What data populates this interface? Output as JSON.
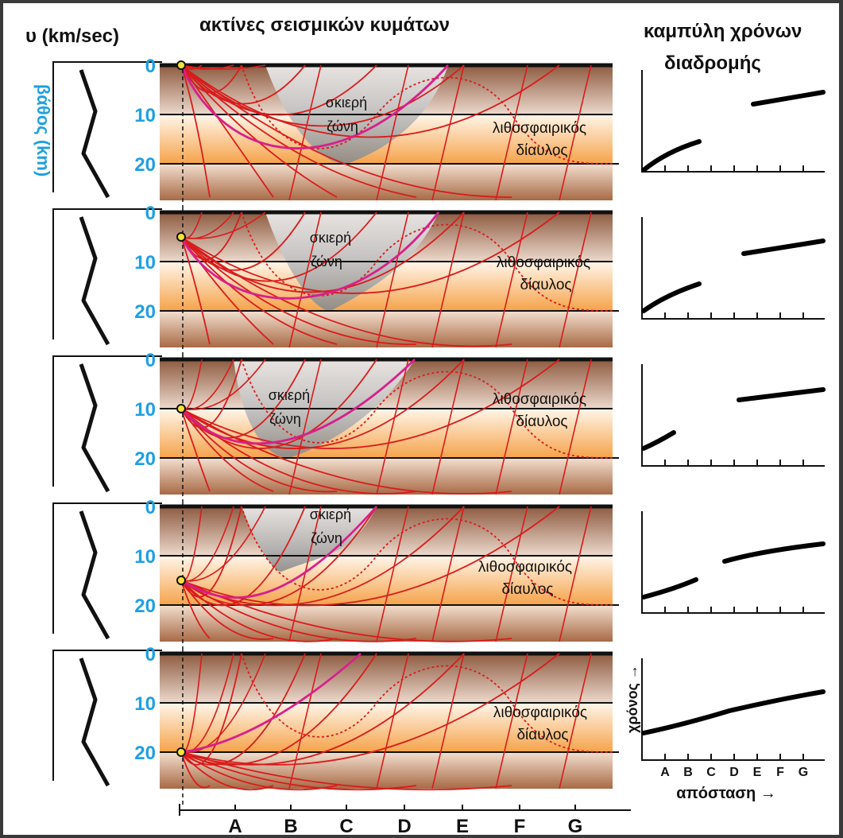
{
  "titles": {
    "velocity": "υ (km/sec)",
    "rays": "ακτίνες σεισμικών κυμάτων",
    "travel_time_line1": "καμπύλη χρόνων",
    "travel_time_line2": "διαδρομής"
  },
  "axes": {
    "depth_label": "βάθος (km)",
    "depth_ticks": [
      "0",
      "10",
      "20"
    ],
    "distance_label": "απόσταση →",
    "time_label": "χρόνος →",
    "distance_ticks": [
      "A",
      "B",
      "C",
      "D",
      "E",
      "F",
      "G"
    ]
  },
  "zones": {
    "shadow_line1": "σκιερή",
    "shadow_line2": "ζώνη",
    "channel_line1": "λιθοσφαιρικός",
    "channel_line2": "δίαυλος"
  },
  "panels": [
    {
      "source_depth_km": 0,
      "shows_shadow_zone": true
    },
    {
      "source_depth_km": 5,
      "shows_shadow_zone": true
    },
    {
      "source_depth_km": 10,
      "shows_shadow_zone": true
    },
    {
      "source_depth_km": 15,
      "shows_shadow_zone": true
    },
    {
      "source_depth_km": 20,
      "shows_shadow_zone": false
    }
  ],
  "colors": {
    "ray": "#d81c1c",
    "boundary_ray": "#d8208c",
    "depth_text": "#1fa0e0",
    "curve": "#000000"
  }
}
